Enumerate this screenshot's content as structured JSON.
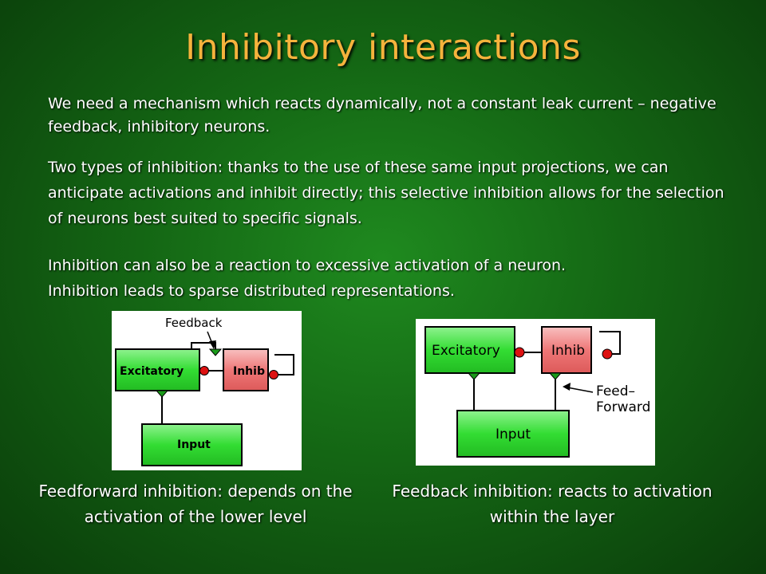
{
  "slide": {
    "title": "Inhibitory interactions",
    "paragraph1": "We need a mechanism which reacts dynamically, not a constant leak current – negative feedback, inhibitory neurons.",
    "paragraph2": "Two types of inhibition: thanks to the use of these same input projections, we can anticipate activations and inhibit directly; this selective inhibition allows for the selection of neurons best suited to specific signals.",
    "paragraph3": "Inhibition can also be a reaction to excessive activation of a neuron.",
    "paragraph4": "Inhibition leads to sparse distributed representations."
  },
  "diagram_left": {
    "annotation": "Feedback",
    "excitatory_label": "Excitatory",
    "inhib_label": "Inhib",
    "input_label": "Input",
    "caption": "Feedforward inhibition: depends on the activation of the lower level"
  },
  "diagram_right": {
    "excitatory_label": "Excitatory",
    "inhib_label": "Inhib",
    "input_label": "Input",
    "annotation_line1": "Feed–",
    "annotation_line2": "Forward",
    "caption": "Feedback inhibition: reacts to activation within the layer"
  },
  "colors": {
    "title": "#f5b33c",
    "excitatory_fill": "#33dd33",
    "inhib_fill": "#ee7777",
    "input_fill": "#33dd33",
    "synapse_red": "#dd1111",
    "synapse_green": "#1a9a1a"
  }
}
